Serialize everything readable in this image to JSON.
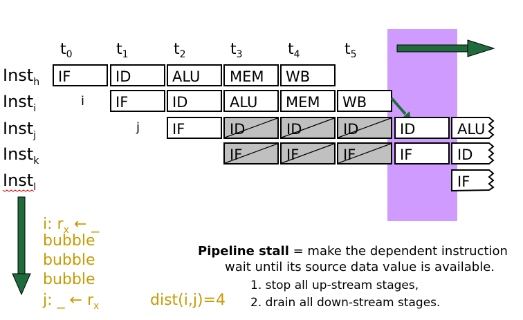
{
  "time_labels": [
    {
      "base": "t",
      "sub": "0"
    },
    {
      "base": "t",
      "sub": "1"
    },
    {
      "base": "t",
      "sub": "2"
    },
    {
      "base": "t",
      "sub": "3"
    },
    {
      "base": "t",
      "sub": "4"
    },
    {
      "base": "t",
      "sub": "5"
    }
  ],
  "instructions": [
    {
      "base": "Inst",
      "sub": "h"
    },
    {
      "base": "Inst",
      "sub": "i"
    },
    {
      "base": "Inst",
      "sub": "j"
    },
    {
      "base": "Inst",
      "sub": "k"
    },
    {
      "base": "Inst",
      "sub": "l"
    }
  ],
  "row_tags": {
    "i": "i",
    "j": "j"
  },
  "stages": {
    "h": [
      "IF",
      "ID",
      "ALU",
      "MEM",
      "WB"
    ],
    "i": [
      "IF",
      "ID",
      "ALU",
      "MEM",
      "WB"
    ],
    "j": [
      "IF",
      "ID",
      "ID",
      "ID",
      "ID",
      "ALU"
    ],
    "k": [
      "IF",
      "IF",
      "IF",
      "IF",
      "ID"
    ],
    "l": [
      "IF"
    ]
  },
  "code": {
    "line1": {
      "prefix": "i: r",
      "sub": "x",
      "suffix": " ← _"
    },
    "line2": "bubble",
    "line3": "bubble",
    "line4": "bubble",
    "line5": {
      "prefix": "j: _ ← r",
      "sub": "x"
    },
    "dist": "dist(i,j)=4"
  },
  "note": {
    "bold": "Pipeline stall",
    "rest": " = make the dependent instruction",
    "line2": "wait until its source data value is available.",
    "step1": "1. stop all up-stream stages,",
    "step2": "2. drain all down-stream stages."
  },
  "colors": {
    "highlight": "#d09bff",
    "arrow": "#1f6b3c",
    "stall_fill": "#c0c0c0",
    "code_text": "#c99a00"
  }
}
